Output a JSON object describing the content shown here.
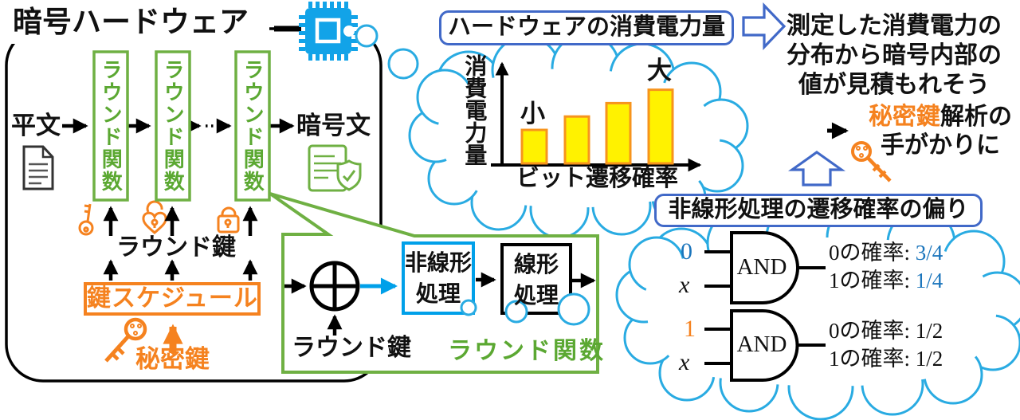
{
  "colors": {
    "green": "#6FB043",
    "orange": "#F5821F",
    "bright_blue": "#12A3E8",
    "cloud_blue": "#29ABE2",
    "panel_blue": "#4169C8",
    "value_blue": "#1B75BC",
    "bar_yellow": "#FFF200",
    "bar_border": "#F7941D"
  },
  "crypto_hw": {
    "title": "暗号ハードウェア",
    "plaintext": "平文",
    "ciphertext": "暗号文",
    "round_function": "ラウンド関数",
    "round_key": "ラウンド鍵",
    "key_schedule": "鍵スケジュール",
    "secret_key": "秘密鍵"
  },
  "round_detail": {
    "nonlinear_line1": "非線形",
    "nonlinear_line2": "処理",
    "linear_line1": "線形",
    "linear_line2": "処理",
    "round_key": "ラウンド鍵",
    "caption": "ラウンド関数"
  },
  "power_cloud": {
    "header": "ハードウェアの消費電力量"
  },
  "chart_data": {
    "type": "bar",
    "title": "ハードウェアの消費電力量",
    "xlabel": "ビット遷移確率",
    "ylabel": "消費電力量",
    "categories": [
      "",
      "",
      "",
      ""
    ],
    "values": [
      30,
      42,
      54,
      66
    ],
    "ylim": [
      0,
      100
    ],
    "annotations": {
      "first_bar": "小",
      "last_bar": "大"
    },
    "grid": false,
    "legend": false
  },
  "conclusion": {
    "line1": "測定した消費電力の",
    "line2": "分布から暗号内部の",
    "line3": "値が見積もれそう",
    "hint_orange": "秘密鍵",
    "hint_rest": "解析の",
    "hint_line2": "手がかりに"
  },
  "bias_cloud": {
    "header": "非線形処理の遷移確率の偏り",
    "gates": [
      {
        "label": "AND",
        "input1": "0",
        "input2": "x",
        "rows": [
          {
            "label": "0の確率:",
            "value": "3/4"
          },
          {
            "label": "1の確率:",
            "value": "1/4"
          }
        ]
      },
      {
        "label": "AND",
        "input1": "1",
        "input2": "x",
        "rows": [
          {
            "label": "0の確率:",
            "value": "1/2"
          },
          {
            "label": "1の確率:",
            "value": "1/2"
          }
        ]
      }
    ]
  }
}
